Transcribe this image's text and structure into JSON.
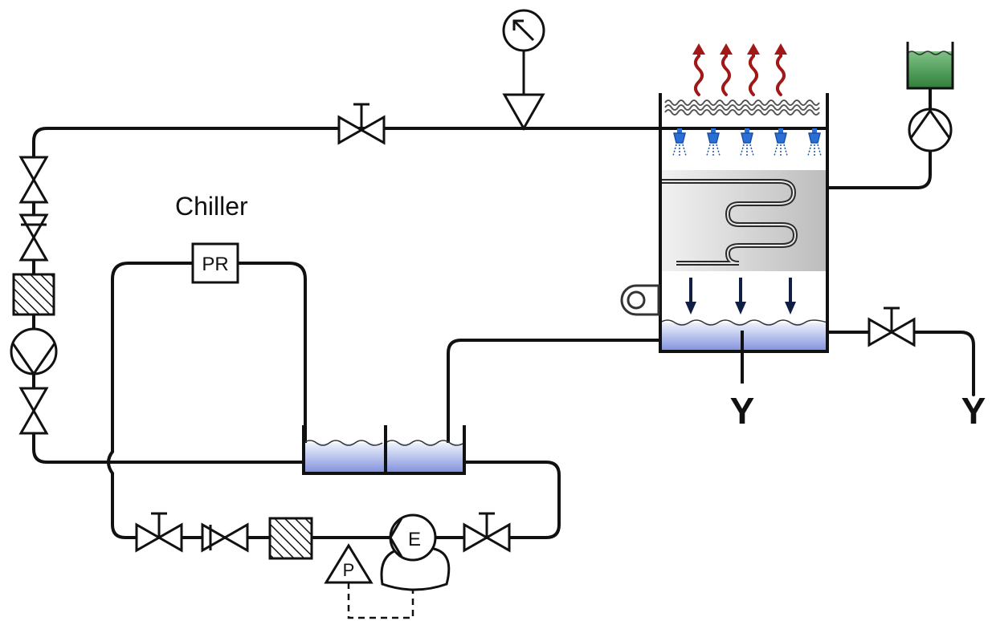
{
  "diagram": {
    "labels": {
      "chiller": "Chiller",
      "pressure_regulator": "PR",
      "pump_p": "P",
      "electric_motor": "E",
      "drain_left": "Y",
      "drain_right": "Y"
    },
    "colors": {
      "pipe": "#111111",
      "water_top": "#eef2fb",
      "water_bottom": "#7f8fdc",
      "heat_arrows": "#a01818",
      "spray_nozzles": "#2a6fd6",
      "makeup_tank_fluid": "#3f9a4a",
      "coil_panel": "#c8c8c8",
      "down_arrows": "#0f1f44"
    },
    "icons": [
      "gate-valve-icon",
      "check-valve-icon",
      "filter-icon",
      "pump-icon",
      "gauge-icon",
      "fan-icon",
      "spray-nozzle-icon",
      "drain-icon",
      "heat-arrow-icon"
    ]
  }
}
